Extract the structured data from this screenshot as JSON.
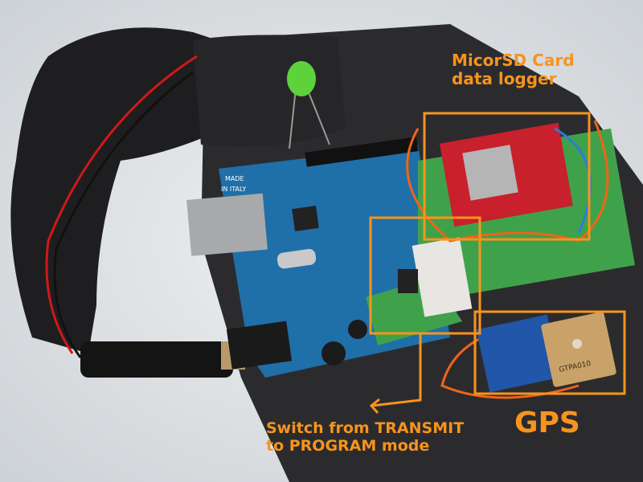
{
  "annotations": {
    "sd_label_line1": "MicorSD Card",
    "sd_label_line2": "data logger",
    "switch_label_line1": "Switch from TRANSMIT",
    "switch_label_line2": "to PROGRAM mode",
    "gps_label": "GPS"
  },
  "board_markings": {
    "made_in": "MADE",
    "in_italy": "IN ITALY",
    "gps_module": "GTPA010"
  },
  "colors": {
    "annotation": "#f7941d",
    "arduino_board": "#1f6fa8",
    "protoboard": "#3fa24a",
    "sd_breakout": "#c8202c",
    "background_tape": "#2a2a2c"
  }
}
